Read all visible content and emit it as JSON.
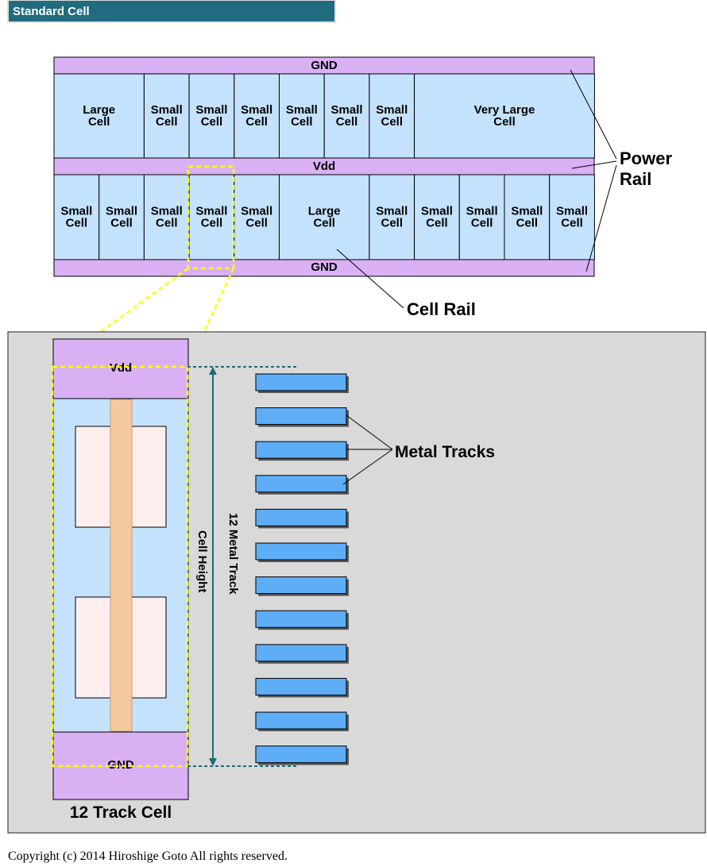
{
  "header": {
    "title": "Standard Cell"
  },
  "top_diagram": {
    "rails": {
      "top": "GND",
      "middle": "Vdd",
      "bottom": "GND"
    },
    "row1": [
      {
        "label": "Large\nCell"
      },
      {
        "label": "Small\nCell"
      },
      {
        "label": "Small\nCell"
      },
      {
        "label": "Small\nCell"
      },
      {
        "label": "Small\nCell"
      },
      {
        "label": "Small\nCell"
      },
      {
        "label": "Small\nCell"
      },
      {
        "label": "Very Large\nCell"
      }
    ],
    "row2": [
      {
        "label": "Small\nCell"
      },
      {
        "label": "Small\nCell"
      },
      {
        "label": "Small\nCell"
      },
      {
        "label": "Small\nCell"
      },
      {
        "label": "Small\nCell"
      },
      {
        "label": "Large\nCell"
      },
      {
        "label": "Small\nCell"
      },
      {
        "label": "Small\nCell"
      },
      {
        "label": "Small\nCell"
      },
      {
        "label": "Small\nCell"
      },
      {
        "label": "Small\nCell"
      }
    ],
    "callouts": {
      "power_rail": "Power\nRail",
      "cell_rail": "Cell Rail"
    }
  },
  "bottom_diagram": {
    "cell_rails": {
      "top": "Vdd",
      "bottom": "GND"
    },
    "cell_caption": "12 Track Cell",
    "cell_height_label": "Cell Height",
    "track_count_label": "12 Metal Track",
    "metal_tracks_label": "Metal Tracks",
    "track_count": 12
  },
  "footer": {
    "copyright": "Copyright (c) 2014 Hiroshige Goto All rights reserved."
  },
  "colors": {
    "header_bg": "#216b7e",
    "rail": "#dab0f5",
    "cell": "#c4e2fb",
    "panel": "#d9d9d9",
    "track": "#5eadf7",
    "highlight": "#ffff00",
    "dim_line": "#1f6b73",
    "poly": "#f5c9a0",
    "diffusion": "#fdeeee"
  }
}
